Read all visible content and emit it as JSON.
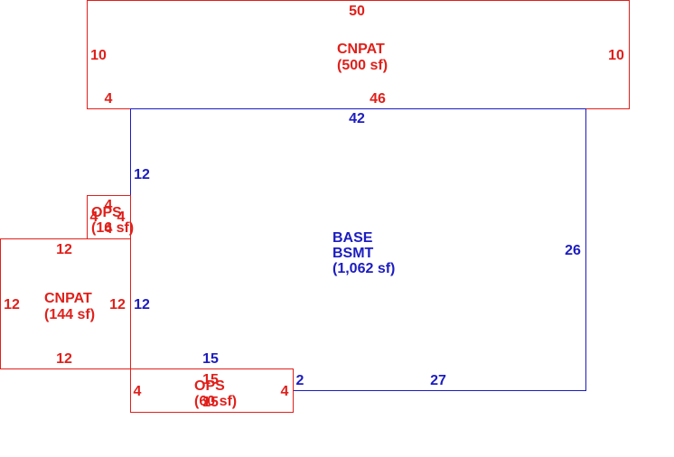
{
  "colors": {
    "exterior": "#e0201b",
    "base": "#1c1cc0",
    "background": "#ffffff"
  },
  "areas": {
    "cnpat_top": {
      "code": "CNPAT",
      "area": "(500 sf)",
      "dims": {
        "top": "50",
        "left": "10",
        "right": "10",
        "bottom_left": "4",
        "bottom_right": "46"
      }
    },
    "base": {
      "code": "BASE",
      "sub": "BSMT",
      "area": "(1,062 sf)",
      "dims": {
        "top": "42",
        "left_upper": "12",
        "right": "26",
        "left_lower": "12",
        "bottom_left": "15",
        "step": "2",
        "bottom_right": "27"
      }
    },
    "ops_small": {
      "code": "OPS",
      "area": "(16 sf)",
      "dims": {
        "top": "4",
        "left": "4",
        "right": "4",
        "bottom": "4"
      }
    },
    "cnpat_left": {
      "code": "CNPAT",
      "area": "(144 sf)",
      "dims": {
        "top": "12",
        "left": "12",
        "right": "12",
        "bottom": "12"
      }
    },
    "ops_bottom": {
      "code": "OPS",
      "area": "(60 sf)",
      "dims": {
        "top": "15",
        "left": "4",
        "right": "4",
        "bottom": "15"
      }
    }
  }
}
